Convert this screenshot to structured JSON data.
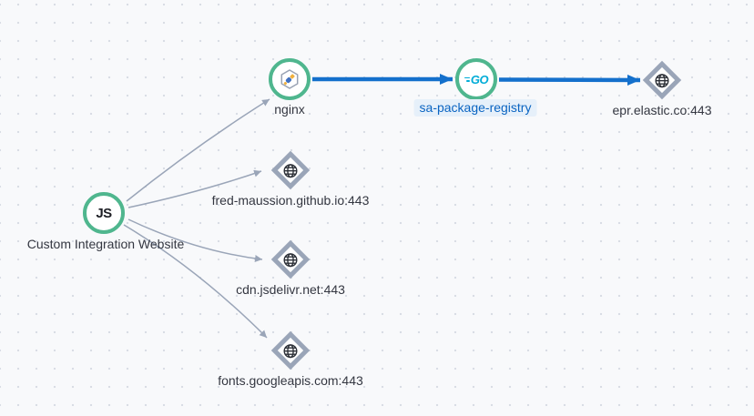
{
  "diagram": {
    "type": "service-map",
    "nodes": [
      {
        "id": "custom-integration-website",
        "label": "Custom Integration Website",
        "kind": "service",
        "badge": "JS",
        "icon": "js-icon"
      },
      {
        "id": "nginx",
        "label": "nginx",
        "kind": "service",
        "icon": "nginx-agent-icon"
      },
      {
        "id": "sa-package-registry",
        "label": "sa-package-registry",
        "kind": "service",
        "badge": "GO",
        "icon": "go-icon",
        "selected": true
      },
      {
        "id": "epr.elastic.co:443",
        "label": "epr.elastic.co:443",
        "kind": "external",
        "icon": "globe-icon"
      },
      {
        "id": "fred-maussion.github.io:443",
        "label": "fred-maussion.github.io:443",
        "kind": "external",
        "icon": "globe-icon"
      },
      {
        "id": "cdn.jsdelivr.net:443",
        "label": "cdn.jsdelivr.net:443",
        "kind": "external",
        "icon": "globe-icon"
      },
      {
        "id": "fonts.googleapis.com:443",
        "label": "fonts.googleapis.com:443",
        "kind": "external",
        "icon": "globe-icon"
      }
    ],
    "edges": [
      {
        "from": "custom-integration-website",
        "to": "nginx",
        "style": "default"
      },
      {
        "from": "custom-integration-website",
        "to": "fred-maussion.github.io:443",
        "style": "default"
      },
      {
        "from": "custom-integration-website",
        "to": "cdn.jsdelivr.net:443",
        "style": "default"
      },
      {
        "from": "custom-integration-website",
        "to": "fonts.googleapis.com:443",
        "style": "default"
      },
      {
        "from": "nginx",
        "to": "sa-package-registry",
        "style": "highlighted"
      },
      {
        "from": "sa-package-registry",
        "to": "epr.elastic.co:443",
        "style": "highlighted"
      }
    ]
  },
  "colors": {
    "background": "#F8F9FB",
    "grid_dot": "#D9DDE5",
    "service_ring_green": "#4FB68E",
    "edge_gray": "#9AA5B8",
    "edge_highlight_blue": "#1470CC",
    "external_diamond_gray": "#9AA5B8",
    "label_text": "#343741",
    "selected_label_text": "#0A64C2",
    "selected_label_bg": "#E6F0FA",
    "go_brand_cyan": "#00ACD7"
  }
}
